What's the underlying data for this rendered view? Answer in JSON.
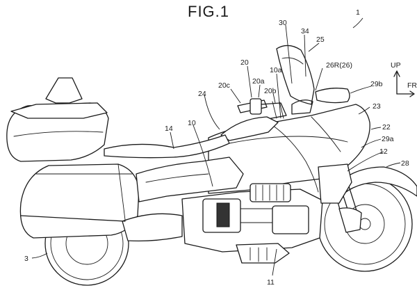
{
  "title": "FIG.1",
  "direction": {
    "up_label": "UP",
    "fr_label": "FR"
  },
  "labels": {
    "l1": "1",
    "l30": "30",
    "l34": "34",
    "l25": "25",
    "l20": "20",
    "l10a": "10a",
    "l26r": "26R(26)",
    "l20a": "20a",
    "l20c": "20c",
    "l20b": "20b",
    "l29b": "29b",
    "l24": "24",
    "l23": "23",
    "l14": "14",
    "l10": "10",
    "l22": "22",
    "l29a": "29a",
    "l12": "12",
    "l28": "28",
    "l3": "3",
    "l11": "11"
  }
}
